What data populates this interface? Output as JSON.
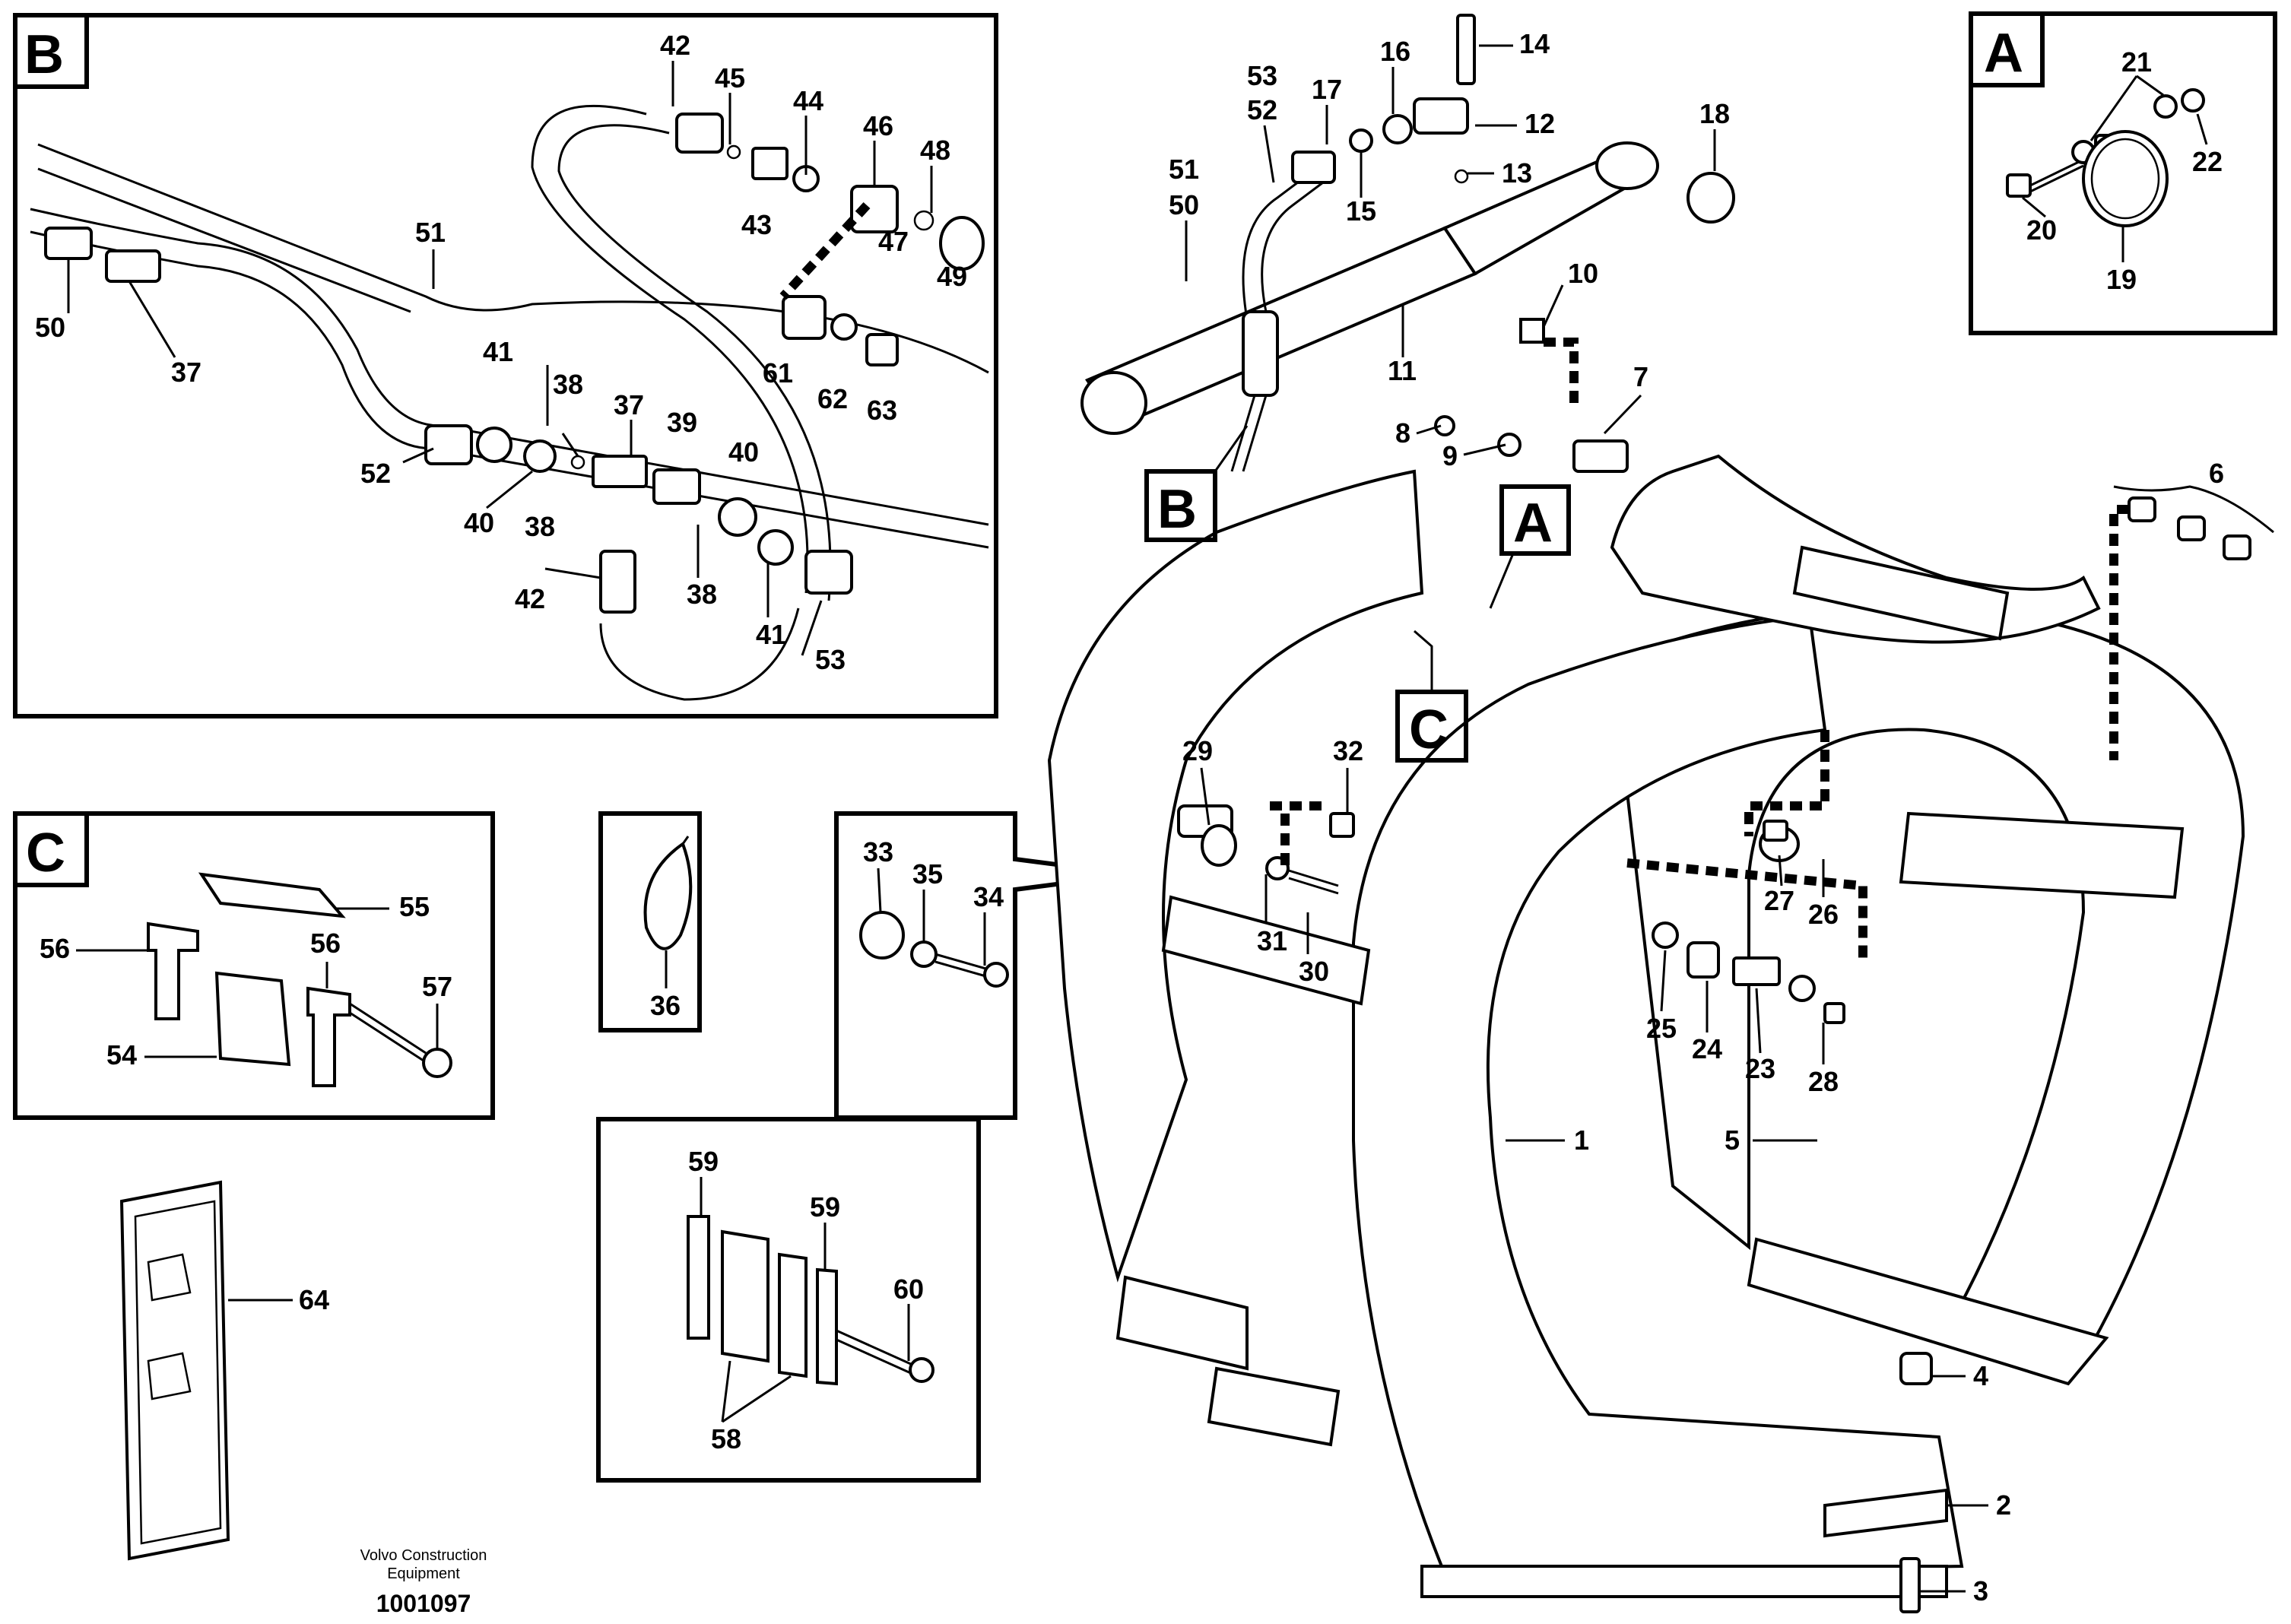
{
  "callouts": {
    "box_a": "A",
    "box_b": "B",
    "box_c": "C",
    "ref_a": "A",
    "ref_b": "B",
    "ref_c": "C"
  },
  "parts": {
    "p1": "1",
    "p2": "2",
    "p3": "3",
    "p4": "4",
    "p5": "5",
    "p6": "6",
    "p7": "7",
    "p8": "8",
    "p9": "9",
    "p10": "10",
    "p11": "11",
    "p12": "12",
    "p13": "13",
    "p14": "14",
    "p15": "15",
    "p16": "16",
    "p17": "17",
    "p18": "18",
    "p19": "19",
    "p20": "20",
    "p21": "21",
    "p22": "22",
    "p23": "23",
    "p24": "24",
    "p25": "25",
    "p26": "26",
    "p27": "27",
    "p28": "28",
    "p29": "29",
    "p30": "30",
    "p31": "31",
    "p32": "32",
    "p33": "33",
    "p34": "34",
    "p35": "35",
    "p36": "36",
    "p37a": "37",
    "p37b": "37",
    "p38a": "38",
    "p38b": "38",
    "p38c": "38",
    "p39": "39",
    "p40a": "40",
    "p40b": "40",
    "p41a": "41",
    "p41b": "41",
    "p42a": "42",
    "p42b": "42",
    "p43": "43",
    "p44": "44",
    "p45": "45",
    "p46": "46",
    "p47": "47",
    "p48": "48",
    "p49": "49",
    "p50a": "50",
    "p50b": "50",
    "p51a": "51",
    "p51b": "51",
    "p52a": "52",
    "p52b": "52",
    "p53a": "53",
    "p53b": "53",
    "p54": "54",
    "p55": "55",
    "p56a": "56",
    "p56b": "56",
    "p57": "57",
    "p58": "58",
    "p59a": "59",
    "p59b": "59",
    "p60": "60",
    "p61": "61",
    "p62": "62",
    "p63": "63",
    "p64": "64"
  },
  "footer": {
    "company_line1": "Volvo Construction",
    "company_line2": "Equipment",
    "drawing_number": "1001097"
  }
}
